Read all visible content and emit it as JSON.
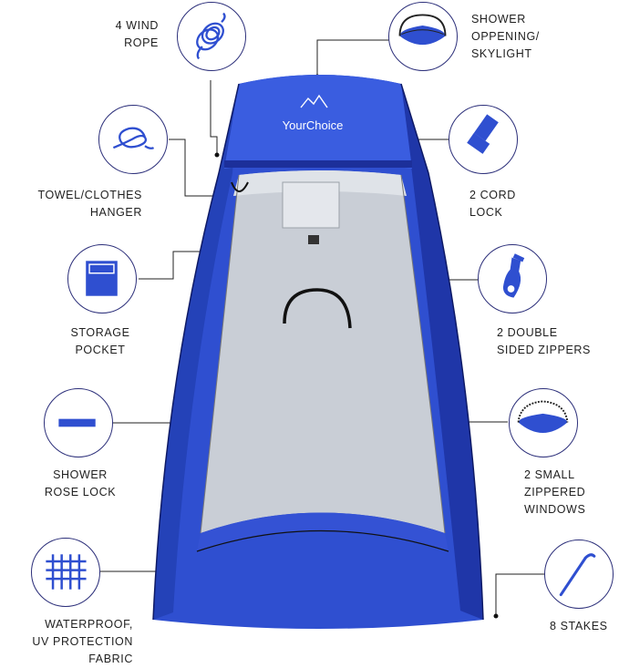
{
  "brand": "YourChoice",
  "colors": {
    "tent_blue": "#2f4fd0",
    "tent_dark": "#1c2f9a",
    "silver": "#c9ced6",
    "icon_blue": "#2f4fd0",
    "outline": "#2c2f7a"
  },
  "features": [
    {
      "id": "wind-rope",
      "label": "4 WIND\nROPE",
      "icon": "rope-coil-icon"
    },
    {
      "id": "towel-hanger",
      "label": "TOWEL/CLOTHES\nHANGER",
      "icon": "hanger-loop-icon"
    },
    {
      "id": "storage-pocket",
      "label": "STORAGE\nPOCKET",
      "icon": "pocket-icon"
    },
    {
      "id": "shower-rose-lock",
      "label": "SHOWER\nROSE LOCK",
      "icon": "strap-icon"
    },
    {
      "id": "waterproof-fabric",
      "label": "WATERPROOF,\nUV PROTECTION\nFABRIC",
      "icon": "fabric-grid-icon"
    },
    {
      "id": "shower-opening",
      "label": "SHOWER\nOPPENING/\nSKYLIGHT",
      "icon": "skylight-icon"
    },
    {
      "id": "cord-lock",
      "label": "2 CORD\nLOCK",
      "icon": "cord-lock-icon"
    },
    {
      "id": "double-zippers",
      "label": "2 DOUBLE\nSIDED ZIPPERS",
      "icon": "zipper-pull-icon"
    },
    {
      "id": "small-windows",
      "label": "2 SMALL\nZIPPERED\nWINDOWS",
      "icon": "window-icon"
    },
    {
      "id": "stakes",
      "label": "8 STAKES",
      "icon": "stake-icon"
    }
  ]
}
